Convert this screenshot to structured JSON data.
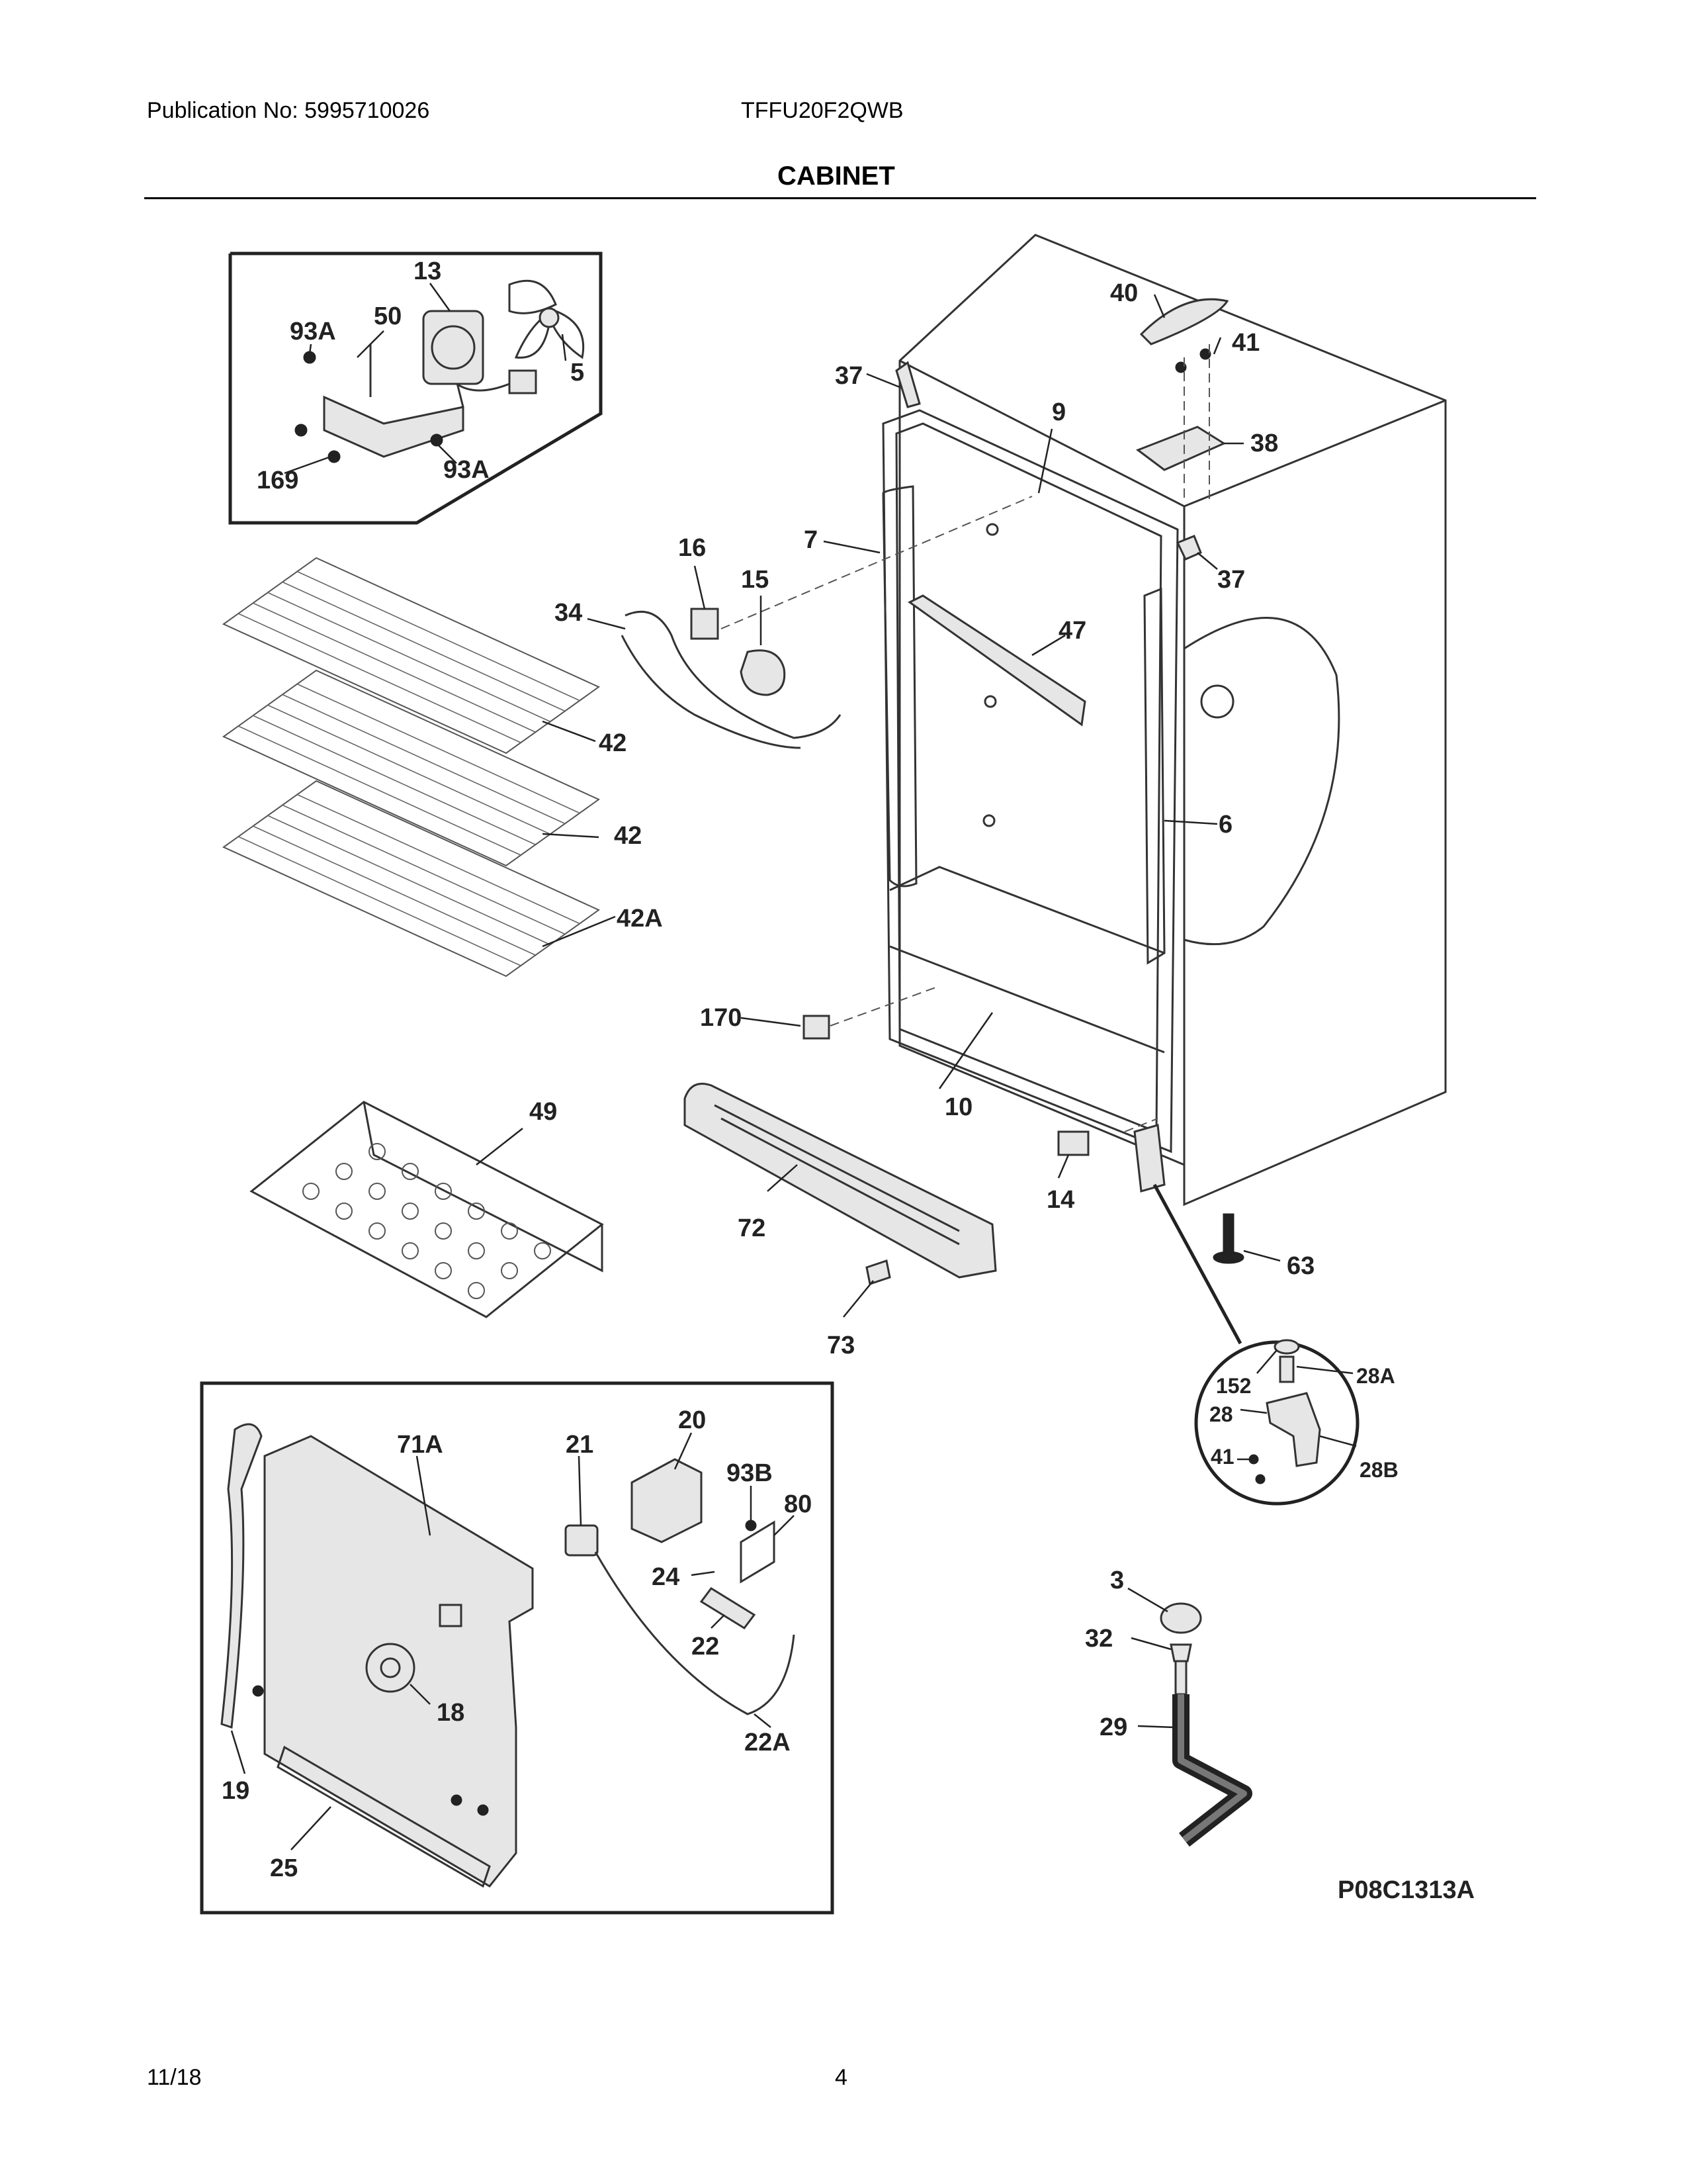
{
  "header": {
    "publication": "Publication No: 5995710026",
    "model": "TFFU20F2QWB",
    "section_title": "CABINET"
  },
  "footer": {
    "date": "11/18",
    "page": "4"
  },
  "diagram_code": "P08C1313A",
  "callouts": {
    "c13": "13",
    "c50": "50",
    "c93a_top": "93A",
    "c5": "5",
    "c169": "169",
    "c93a_bot": "93A",
    "c40": "40",
    "c41_top": "41",
    "c37_top": "37",
    "c9": "9",
    "c38": "38",
    "c37_right": "37",
    "c7": "7",
    "c16": "16",
    "c15": "15",
    "c34": "34",
    "c47": "47",
    "c42_a": "42",
    "c42_b": "42",
    "c42a": "42A",
    "c6": "6",
    "c170": "170",
    "c10": "10",
    "c49": "49",
    "c72": "72",
    "c14": "14",
    "c63": "63",
    "c73": "73",
    "c152": "152",
    "c28a": "28A",
    "c28": "28",
    "c41_hinge": "41",
    "c28b": "28B",
    "c71a": "71A",
    "c21": "21",
    "c20": "20",
    "c93b": "93B",
    "c80": "80",
    "c24": "24",
    "c22": "22",
    "c18": "18",
    "c22a": "22A",
    "c19": "19",
    "c25": "25",
    "c3": "3",
    "c32": "32",
    "c29": "29"
  }
}
